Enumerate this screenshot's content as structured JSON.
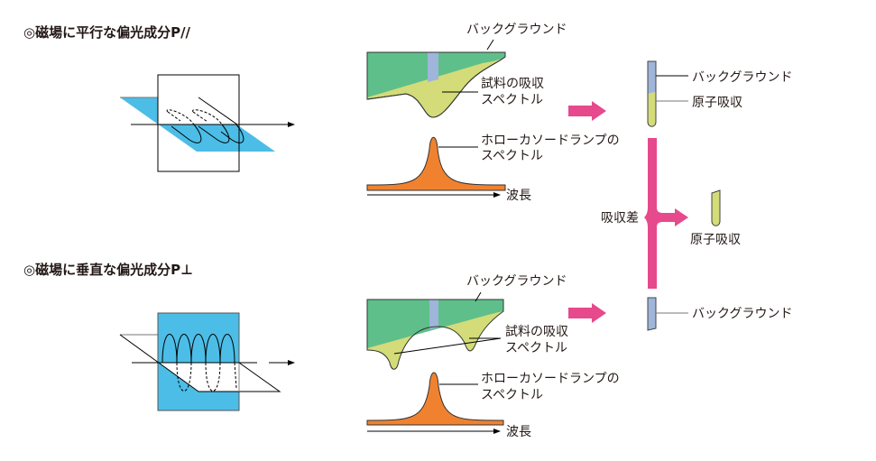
{
  "titles": {
    "parallel": "◎磁場に平行な偏光成分P//",
    "perpendicular": "◎磁場に垂直な偏光成分P⊥"
  },
  "labels": {
    "background": "バックグラウンド",
    "sample_absorption_1": "試料の吸収",
    "sample_absorption_2": "スペクトル",
    "hcl_spectrum_1": "ホローカソードランプの",
    "hcl_spectrum_2": "スペクトル",
    "wavelength": "波長",
    "atomic_absorption": "原子吸収",
    "absorption_difference": "吸収差"
  },
  "colors": {
    "plane_blue": "#4cbde6",
    "background_green": "#5fbf8b",
    "sample_lime": "#d3dc78",
    "background_lavender": "#9fb5da",
    "lamp_orange": "#f0822f",
    "arrow_pink": "#e6498c"
  }
}
